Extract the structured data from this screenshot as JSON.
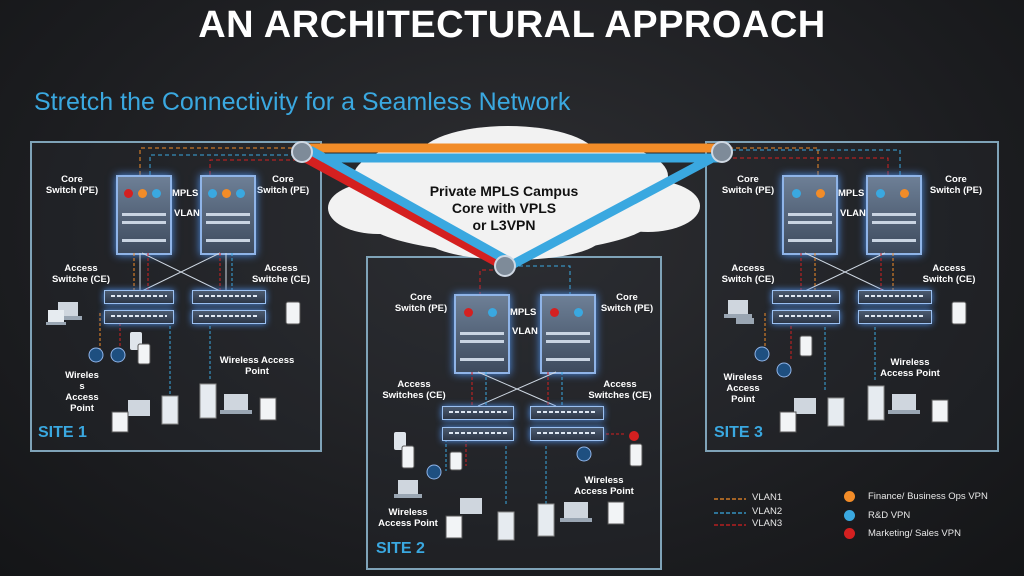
{
  "title": "AN ARCHITECTURAL APPROACH",
  "subtitle": "Stretch the Connectivity for a Seamless Network",
  "cloud": {
    "line1": "Private MPLS Campus",
    "line2": "Core with VPLS",
    "line3": "or L3VPN"
  },
  "site1": {
    "label": "SITE 1",
    "core_left": {
      "line1": "Core",
      "line2": "Switch (PE)"
    },
    "core_right": {
      "line1": "Core",
      "line2": "Switch (PE)"
    },
    "mpls": "MPLS",
    "vlan": "VLAN",
    "access_left": {
      "line1": "Access",
      "line2": "Switche (CE)"
    },
    "access_right": {
      "line1": "Access",
      "line2": "Switche (CE)"
    },
    "wap_left": {
      "line1": "Wireles",
      "line2": "s",
      "line3": "Access",
      "line4": "Point"
    },
    "wap_right": {
      "line1": "Wireless Access",
      "line2": "Point"
    }
  },
  "site2": {
    "label": "SITE 2",
    "core_left": {
      "line1": "Core",
      "line2": "Switch (PE)"
    },
    "core_right": {
      "line1": "Core",
      "line2": "Switch (PE)"
    },
    "mpls": "MPLS",
    "vlan": "VLAN",
    "access_left": {
      "line1": "Access",
      "line2": "Switches (CE)"
    },
    "access_right": {
      "line1": "Access",
      "line2": "Switches (CE)"
    },
    "wap_left": {
      "line1": "Wireless",
      "line2": "Access Point"
    },
    "wap_right": {
      "line1": "Wireless",
      "line2": "Access Point"
    }
  },
  "site3": {
    "label": "SITE 3",
    "core_left": {
      "line1": "Core",
      "line2": "Switch (PE)"
    },
    "core_right": {
      "line1": "Core",
      "line2": "Switch (PE)"
    },
    "mpls": "MPLS",
    "vlan": "VLAN",
    "access_left": {
      "line1": "Access",
      "line2": "Switch (CE)"
    },
    "access_right": {
      "line1": "Access",
      "line2": "Switch (CE)"
    },
    "wap_left": {
      "line1": "Wireless",
      "line2": "Access",
      "line3": "Point"
    },
    "wap_right": {
      "line1": "Wireless",
      "line2": "Access Point"
    }
  },
  "legend": {
    "vlans": [
      {
        "label": "VLAN1",
        "color": "#f28c28"
      },
      {
        "label": "VLAN2",
        "color": "#3aa8e0"
      },
      {
        "label": "VLAN3",
        "color": "#d42020"
      }
    ],
    "vpns": [
      {
        "label": "Finance/ Business Ops VPN",
        "color": "#f28c28"
      },
      {
        "label": "R&D VPN",
        "color": "#3aa8e0"
      },
      {
        "label": "Marketing/ Sales VPN",
        "color": "#d42020"
      }
    ]
  },
  "colors": {
    "orange": "#f28c28",
    "blue": "#3aa8e0",
    "red": "#d42020"
  }
}
